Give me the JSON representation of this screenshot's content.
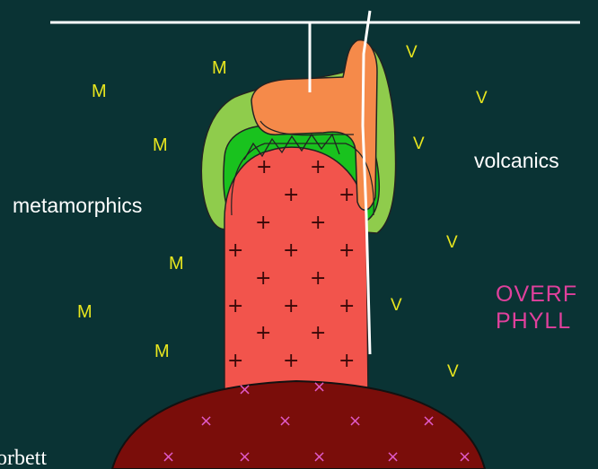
{
  "labels": {
    "metamorphics": "metamorphics",
    "volcanics": "volcanics",
    "overflow_line1": "OVERF",
    "overflow_line2": "PHYLL",
    "credit": "orbett"
  },
  "symbols": {
    "metamorphic": "M",
    "volcanic": "V",
    "granite": "+",
    "deep_body": "×"
  },
  "colors": {
    "background": "#0a3334",
    "metamorphic_text": "#e8e61e",
    "pluton": "#f2544c",
    "aureole_light": "#8fcc4c",
    "aureole_dark": "#19c21e",
    "cap": "#f58a4a",
    "deep_body": "#7a0d0a",
    "pink_label": "#e0409c"
  }
}
